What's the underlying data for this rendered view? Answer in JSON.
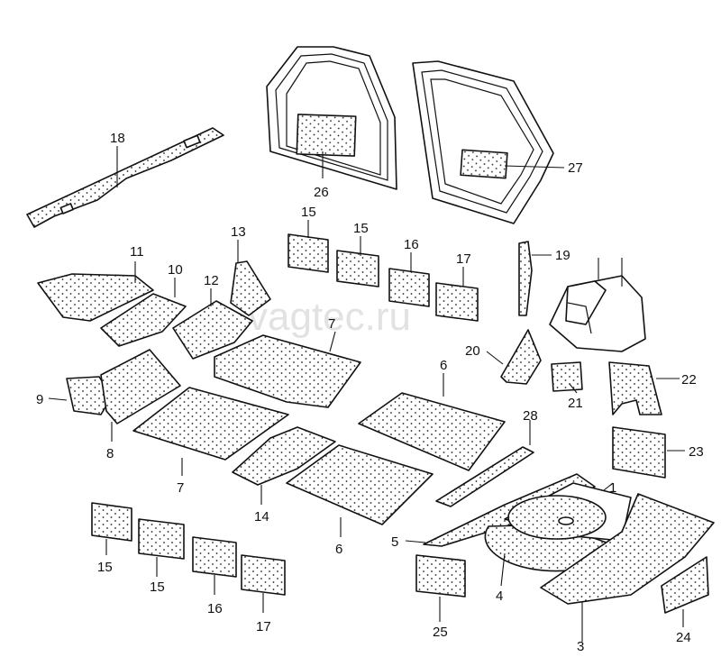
{
  "diagram": {
    "watermark": "vagtec.ru",
    "callouts": {
      "p1": "1",
      "p3": "3",
      "p4": "4",
      "p5": "5",
      "p6a": "6",
      "p6b": "6",
      "p7a": "7",
      "p7b": "7",
      "p8": "8",
      "p9": "9",
      "p10": "10",
      "p11": "11",
      "p12": "12",
      "p13": "13",
      "p14": "14",
      "p15a": "15",
      "p15b": "15",
      "p15c": "15",
      "p15d": "15",
      "p16a": "16",
      "p16b": "16",
      "p17a": "17",
      "p17b": "17",
      "p18": "18",
      "p19": "19",
      "p20": "20",
      "p21": "21",
      "p22": "22",
      "p23": "23",
      "p24": "24",
      "p25": "25",
      "p26": "26",
      "p27": "27",
      "p28": "28"
    }
  }
}
